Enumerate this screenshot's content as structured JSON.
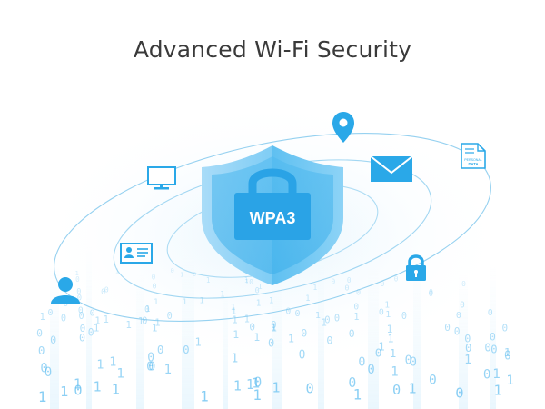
{
  "header": {
    "title": "Advanced Wi-Fi Security"
  },
  "shield": {
    "label": "WPA3"
  },
  "document": {
    "line1": "PERSONAL",
    "line2": "DATA"
  },
  "colors": {
    "title": "#3a3a3a",
    "accent": "#2aa8e8",
    "shield_light": "#bfe6fb",
    "shield_mid": "#57bdf0",
    "lock_body": "#1f9fe3",
    "orbit": "#7cc6ec"
  },
  "icons": [
    "monitor-icon",
    "location-pin-icon",
    "mail-icon",
    "document-icon",
    "id-card-icon",
    "user-icon",
    "padlock-icon"
  ]
}
